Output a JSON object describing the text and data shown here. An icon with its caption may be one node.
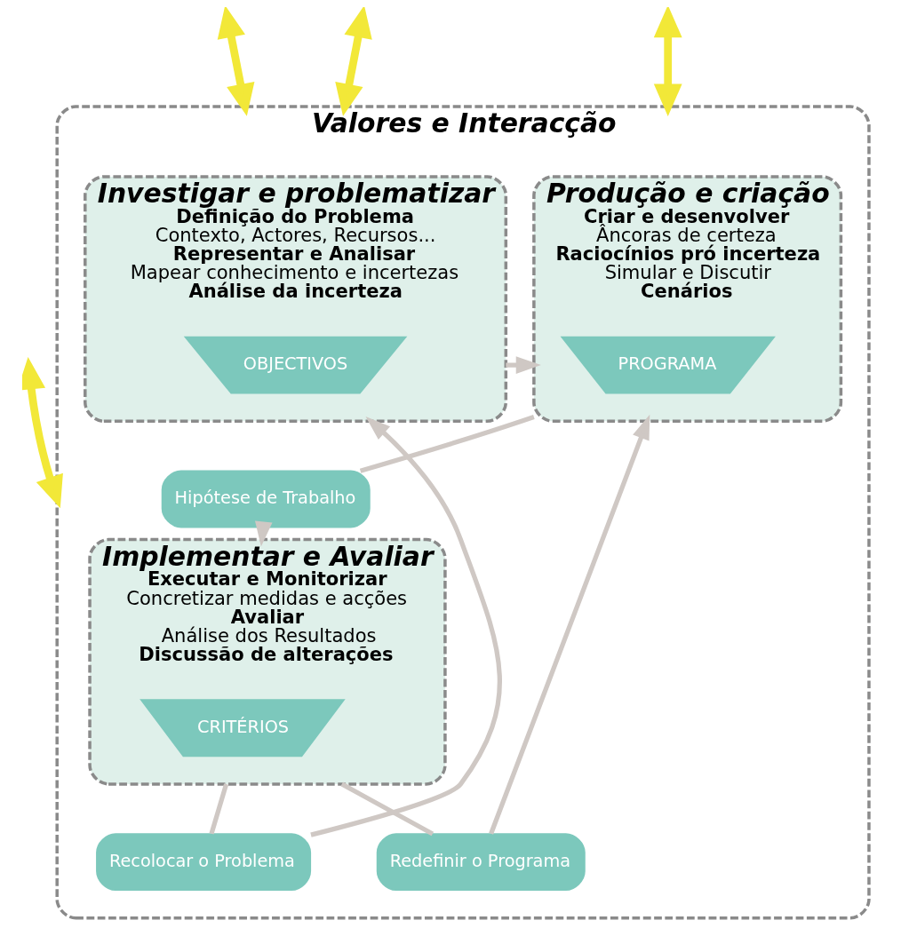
{
  "diagram": {
    "nodes": [
      {
        "text": [
          "Valores e Interacção"
        ]
      },
      {
        "text": [
          "Investigar e problematizar",
          "Definição do Problema",
          "Contexto, Actores, Recursos...",
          "Representar e Analisar",
          "Mapear conhecimento e incertezas",
          "Análise da incerteza"
        ],
        "in": 0
      },
      {
        "text": [
          "OBJECTIVOS"
        ],
        "in": 1
      },
      {
        "text": [
          "Produção e criação",
          "Criar e desenvolver",
          "Âncoras de certeza",
          "Raciocínios pró incerteza",
          "Simular e Discutir",
          "Cenários"
        ],
        "in": 0
      },
      {
        "text": [
          "PROGRAMA"
        ],
        "in": 3
      },
      {
        "text": [
          "Implementar e Avaliar",
          "Executar e Monitorizar",
          "Concretizar medidas e acções",
          "Avaliar",
          "Análise dos Resultados",
          "Discussão de alterações"
        ],
        "in": 0
      },
      {
        "text": [
          "CRITÉRIOS"
        ],
        "in": 5
      },
      {
        "text": [
          "Hipótese de Trabalho"
        ],
        "in": 0
      },
      {
        "text": [
          "Recolocar o Problema"
        ],
        "in": 0
      },
      {
        "text": [
          "Redefinir o Programa"
        ],
        "in": 0
      }
    ],
    "edges": [
      {
        "from": 1,
        "to": 3,
        "arrow": "to"
      },
      {
        "from": 3,
        "to": 7,
        "arrow": "none"
      },
      {
        "from": 7,
        "to": 5,
        "arrow": "to"
      },
      {
        "from": 5,
        "to": 8,
        "arrow": "none"
      },
      {
        "from": 8,
        "to": 1,
        "arrow": "to"
      },
      {
        "from": 5,
        "to": 9,
        "arrow": "none"
      },
      {
        "from": 9,
        "to": 3,
        "arrow": "to"
      },
      {
        "from": null,
        "to": 0,
        "arrow": "both",
        "color": "#f2e838"
      },
      {
        "from": null,
        "to": 0,
        "arrow": "both",
        "color": "#f2e838"
      },
      {
        "from": null,
        "to": 0,
        "arrow": "both",
        "color": "#f2e838"
      },
      {
        "from": null,
        "to": 0,
        "arrow": "both",
        "color": "#f2e838"
      }
    ]
  }
}
